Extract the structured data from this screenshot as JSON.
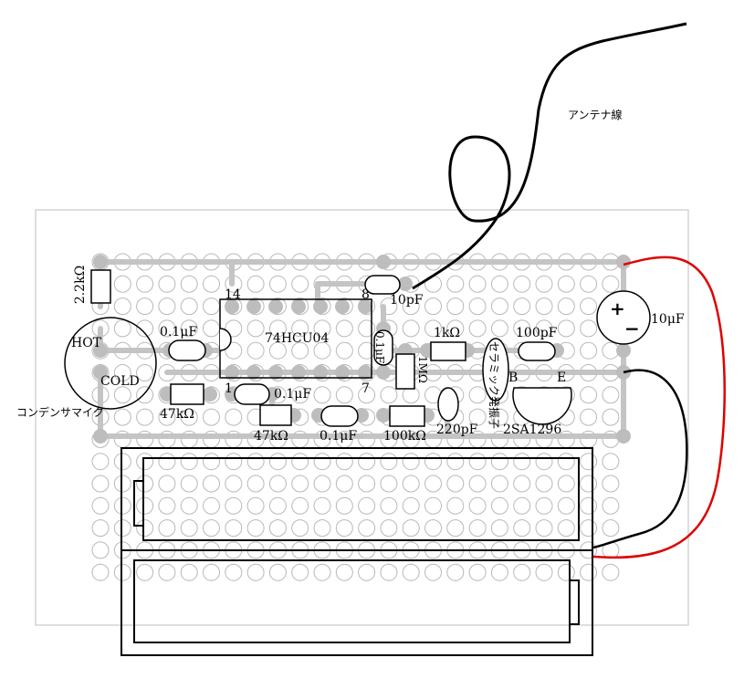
{
  "labels": {
    "antenna": "アンテナ線",
    "r_2_2k": "2.2kΩ",
    "hot": "HOT",
    "cold": "COLD",
    "mic": "コンデンサマイク",
    "c_01_a": "0.1μF",
    "ic_name": "74HCU04",
    "pin14": "14",
    "pin8": "8",
    "pin1": "1",
    "pin7": "7",
    "c_10p": "10pF",
    "c_01_b": "0.1μF",
    "r_1m": "1MΩ",
    "r_1k": "1kΩ",
    "ceramic": "セラミック発振子",
    "c_100p": "100pF",
    "trans_b": "B",
    "trans_e": "E",
    "transistor": "2SA1296",
    "c_10u": "10μF",
    "r_47k_a": "47kΩ",
    "c_01_c": "0.1μF",
    "r_47k_b": "47kΩ",
    "c_01_d": "0.1μF",
    "r_100k": "100kΩ",
    "c_220p": "220pF",
    "plus": "+",
    "minus": "−"
  },
  "colors": {
    "trace": "#c4c4c4",
    "hole": "#b8b8b8",
    "pad": "#bdbdbd",
    "wire_red": "#e00000",
    "wire_black": "#000000"
  }
}
